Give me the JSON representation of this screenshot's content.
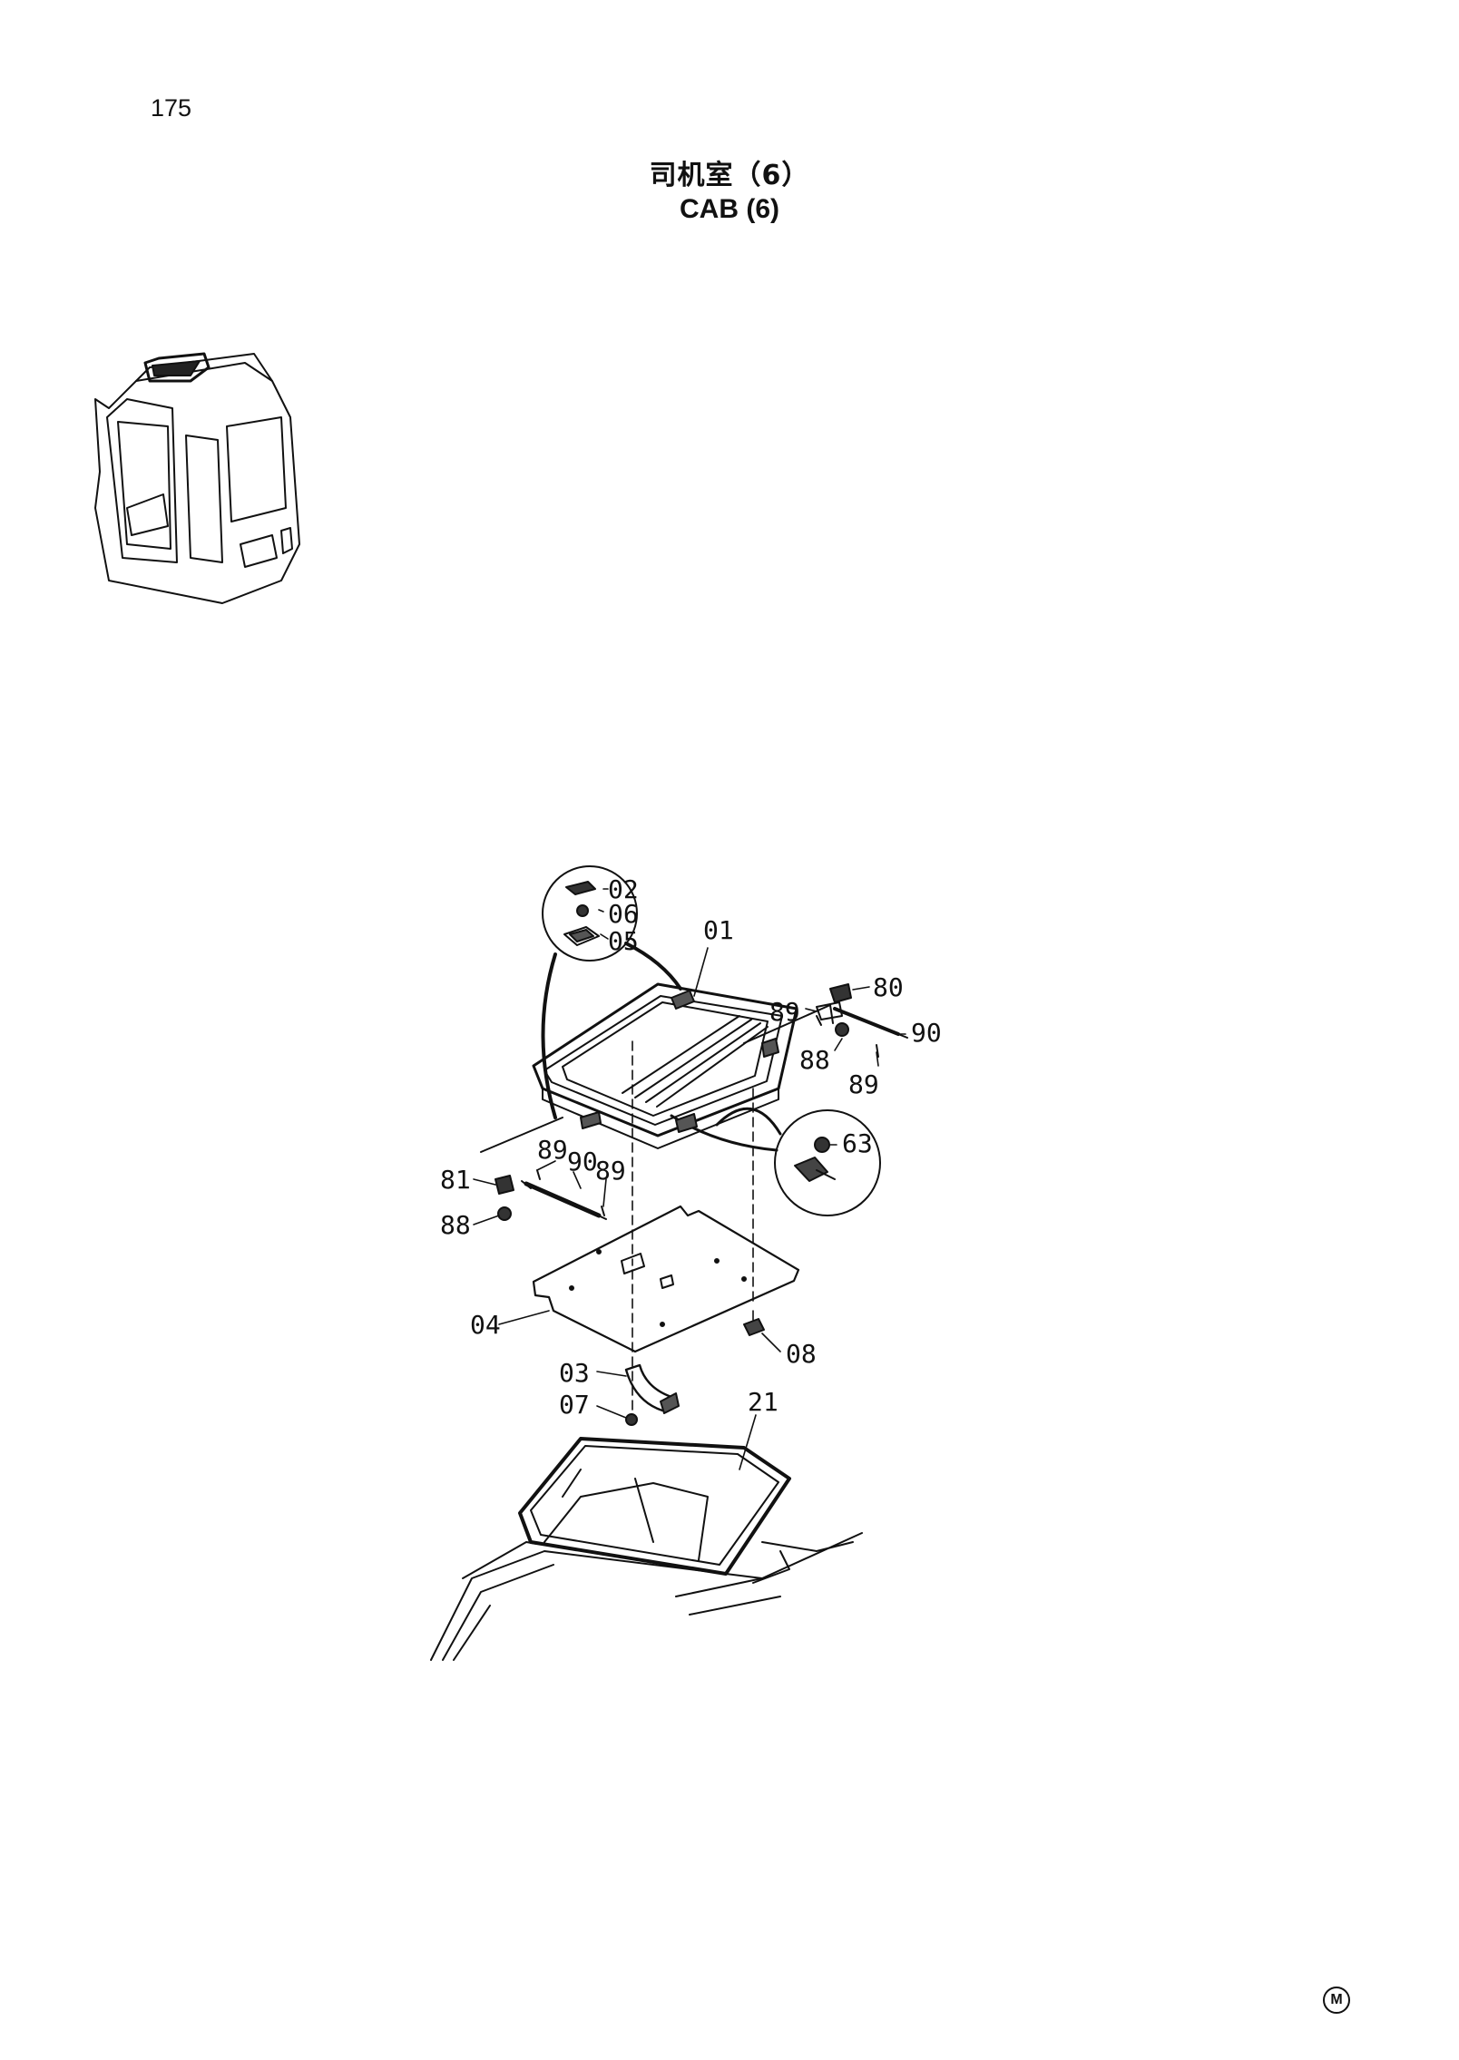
{
  "page": {
    "number": "175",
    "title_zh": "司机室（6）",
    "title_en": "CAB (6)",
    "corner_mark": "M"
  },
  "callouts": {
    "c02": "02",
    "c06": "06",
    "c05": "05",
    "c01": "01",
    "c80": "80",
    "c89a": "89",
    "c90a": "90",
    "c88a": "88",
    "c89b": "89",
    "c63": "63",
    "c81": "81",
    "c89c": "89",
    "c90b": "90",
    "c89d": "89",
    "c88b": "88",
    "c04": "04",
    "c08": "08",
    "c03": "03",
    "c07": "07",
    "c21": "21"
  }
}
